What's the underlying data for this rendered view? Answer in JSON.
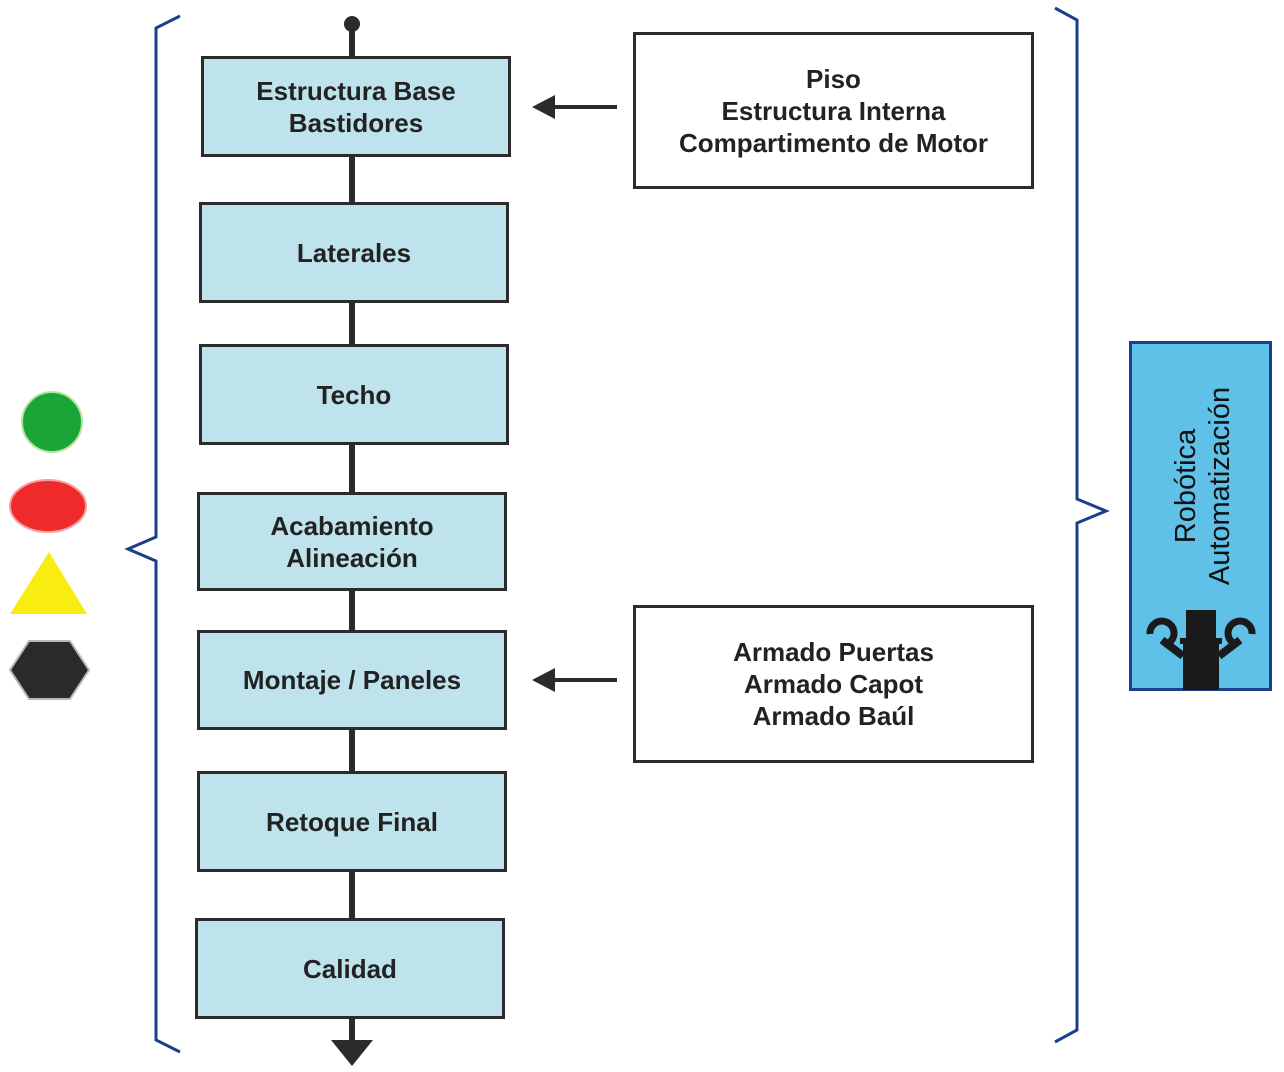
{
  "steps": [
    {
      "lines": [
        "Estructura Base",
        "Bastidores"
      ]
    },
    {
      "lines": [
        "Laterales"
      ]
    },
    {
      "lines": [
        "Techo"
      ]
    },
    {
      "lines": [
        "Acabamiento",
        "Alineación"
      ]
    },
    {
      "lines": [
        "Montaje / Paneles"
      ]
    },
    {
      "lines": [
        "Retoque Final"
      ]
    },
    {
      "lines": [
        "Calidad"
      ]
    }
  ],
  "notes": [
    {
      "lines": [
        "Piso",
        "Estructura Interna",
        "Compartimento de Motor"
      ]
    },
    {
      "lines": [
        "Armado Puertas",
        "Armado Capot",
        "Armado Baúl"
      ]
    }
  ],
  "robotics_panel": {
    "line1": "Robótica",
    "line2": "Automatización",
    "icon": "robot-icon"
  },
  "legend_symbols": [
    {
      "shape": "circle",
      "color": "#1aa637"
    },
    {
      "shape": "ellipse",
      "color": "#ee2a2a"
    },
    {
      "shape": "triangle",
      "color": "#f8ec10"
    },
    {
      "shape": "hexagon",
      "color": "#2b2a2a"
    }
  ],
  "colors": {
    "step_fill": "#bfe3ec",
    "outline": "#2d2a2b",
    "brace": "#1c3f8c",
    "panel_fill": "#5fc0e8"
  }
}
